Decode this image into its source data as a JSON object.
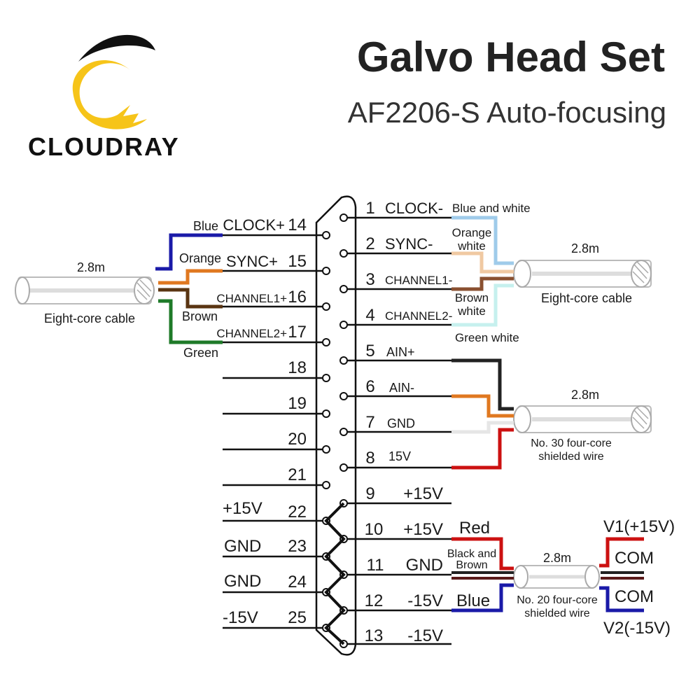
{
  "brand": {
    "name": "CLOUDRAY"
  },
  "header": {
    "title": "Galvo Head Set",
    "subtitle": "AF2206-S Auto-focusing"
  },
  "connector": {
    "right_pins": [
      {
        "pin": "1",
        "signal": "CLOCK-"
      },
      {
        "pin": "2",
        "signal": "SYNC-"
      },
      {
        "pin": "3",
        "signal": "CHANNEL1-"
      },
      {
        "pin": "4",
        "signal": "CHANNEL2-"
      },
      {
        "pin": "5",
        "signal": "AIN+"
      },
      {
        "pin": "6",
        "signal": "AIN-"
      },
      {
        "pin": "7",
        "signal": "GND"
      },
      {
        "pin": "8",
        "signal": "15V"
      },
      {
        "pin": "9",
        "signal": "+15V"
      },
      {
        "pin": "10",
        "signal": "+15V"
      },
      {
        "pin": "11",
        "signal": "GND"
      },
      {
        "pin": "12",
        "signal": "-15V"
      },
      {
        "pin": "13",
        "signal": "-15V"
      }
    ],
    "left_pins": [
      {
        "pin": "14",
        "signal": "CLOCK+"
      },
      {
        "pin": "15",
        "signal": "SYNC+"
      },
      {
        "pin": "16",
        "signal": "CHANNEL1+"
      },
      {
        "pin": "17",
        "signal": "CHANNEL2+"
      },
      {
        "pin": "18",
        "signal": ""
      },
      {
        "pin": "19",
        "signal": ""
      },
      {
        "pin": "20",
        "signal": ""
      },
      {
        "pin": "21",
        "signal": ""
      },
      {
        "pin": "22",
        "signal": "+15V"
      },
      {
        "pin": "23",
        "signal": "GND"
      },
      {
        "pin": "24",
        "signal": "GND"
      },
      {
        "pin": "25",
        "signal": "-15V"
      }
    ]
  },
  "left_cable": {
    "length": "2.8m",
    "type": "Eight-core cable",
    "wires": [
      {
        "label": "Blue",
        "color": "#1a1aa8"
      },
      {
        "label": "Orange",
        "color": "#e07820"
      },
      {
        "label": "Brown",
        "color": "#5a3512"
      },
      {
        "label": "Green",
        "color": "#1e7a28"
      }
    ]
  },
  "right_cable_1": {
    "length": "2.8m",
    "type": "Eight-core cable",
    "wires": [
      {
        "label": "Blue and white",
        "color": "#9fcbea"
      },
      {
        "label_line1": "Orange",
        "label_line2": "white",
        "color": "#f0c9a2"
      },
      {
        "label_line1": "Brown",
        "label_line2": "white",
        "color": "#8a5030"
      },
      {
        "label": "Green white",
        "color": "#c6f0ee"
      }
    ]
  },
  "right_cable_2": {
    "length": "2.8m",
    "type_line1": "No. 30 four-core",
    "type_line2": "shielded wire",
    "wires": [
      {
        "color": "#222222"
      },
      {
        "color": "#e07820"
      },
      {
        "color": "#e6e6e6"
      },
      {
        "color": "#cc1111"
      }
    ]
  },
  "power_cable": {
    "length": "2.8m",
    "type_line1": "No. 20 four-core",
    "type_line2": "shielded wire",
    "wires": [
      {
        "label": "Red",
        "color": "#cc1111"
      },
      {
        "label_line1": "Black and",
        "label_line2": "Brown",
        "color": "#222222"
      },
      {
        "label": "Blue",
        "color": "#1a1aa8"
      }
    ],
    "terminals": {
      "v1": "V1(+15V)",
      "com1": "COM",
      "com2": "COM",
      "v2": "V2(-15V)"
    }
  }
}
